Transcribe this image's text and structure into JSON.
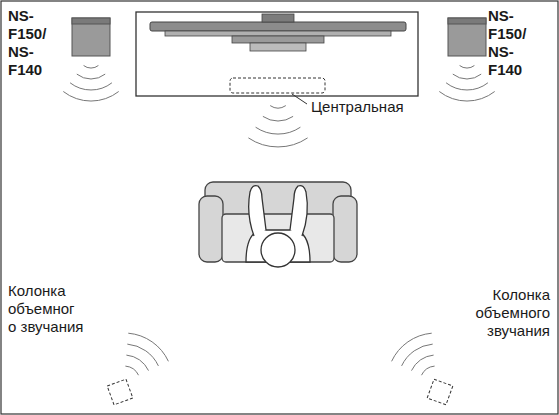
{
  "diagram": {
    "labels": [
      "NS-F150/ NS-F140",
      "NS-F150/ NS-F140",
      "Центральная",
      "Колонка объемног о звучания",
      "Колонка объемного звучания"
    ]
  }
}
